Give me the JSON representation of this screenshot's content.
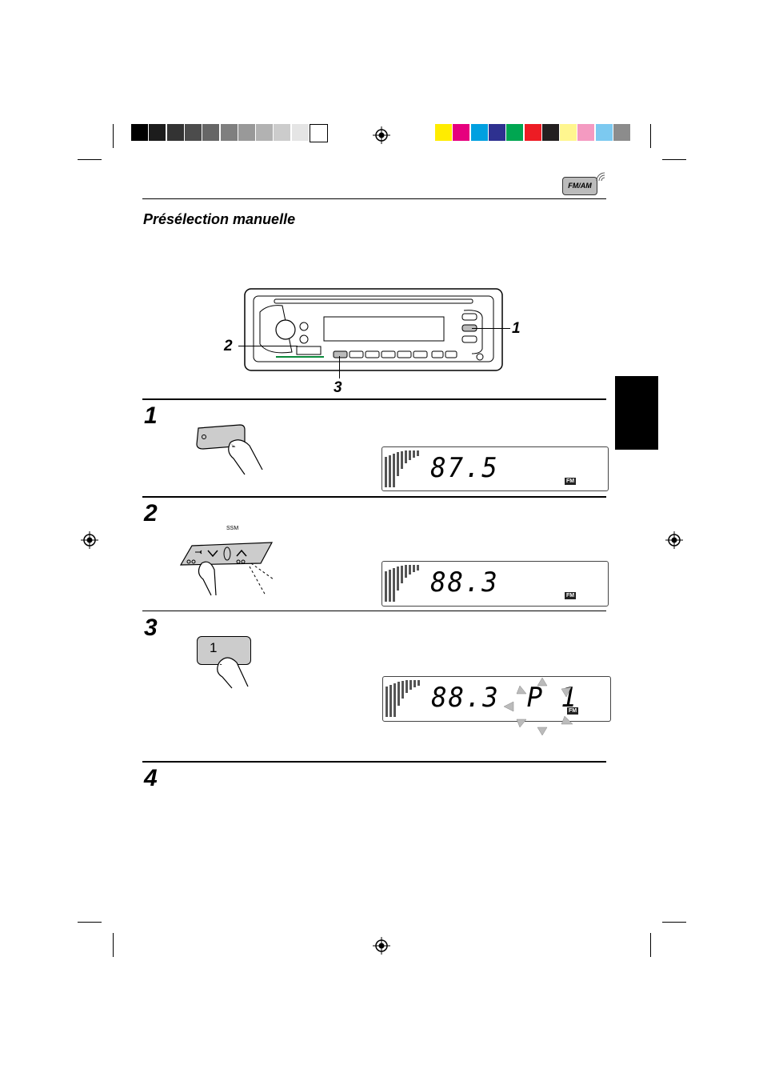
{
  "header": {
    "band_icon_label": "FM/AM"
  },
  "section": {
    "title": "Présélection manuelle"
  },
  "front_panel": {
    "callouts": [
      "1",
      "2",
      "3"
    ]
  },
  "steps": [
    {
      "number": "1",
      "display": {
        "frequency": "87.5",
        "band": "FM"
      }
    },
    {
      "number": "2",
      "button_label": "SSM",
      "display": {
        "frequency": "88.3",
        "band": "FM"
      }
    },
    {
      "number": "3",
      "button_label": "1",
      "display": {
        "frequency": "88.3",
        "preset": "P 1",
        "band": "FM"
      }
    },
    {
      "number": "4"
    }
  ],
  "colors": {
    "gray_scale": [
      "#000000",
      "#1c1c1c",
      "#333333",
      "#4c4c4c",
      "#666666",
      "#7f7f7f",
      "#999999",
      "#b2b2b2",
      "#cccccc",
      "#e5e5e5",
      "#ffffff"
    ],
    "color_bar": [
      "#ffec00",
      "#e6007e",
      "#00a0e0",
      "#2e3190",
      "#00a651",
      "#ed1c24",
      "#231f20",
      "#fff68f",
      "#f49ac1",
      "#7cc9f0",
      "#8c8c8c"
    ],
    "tab": "#000000"
  }
}
